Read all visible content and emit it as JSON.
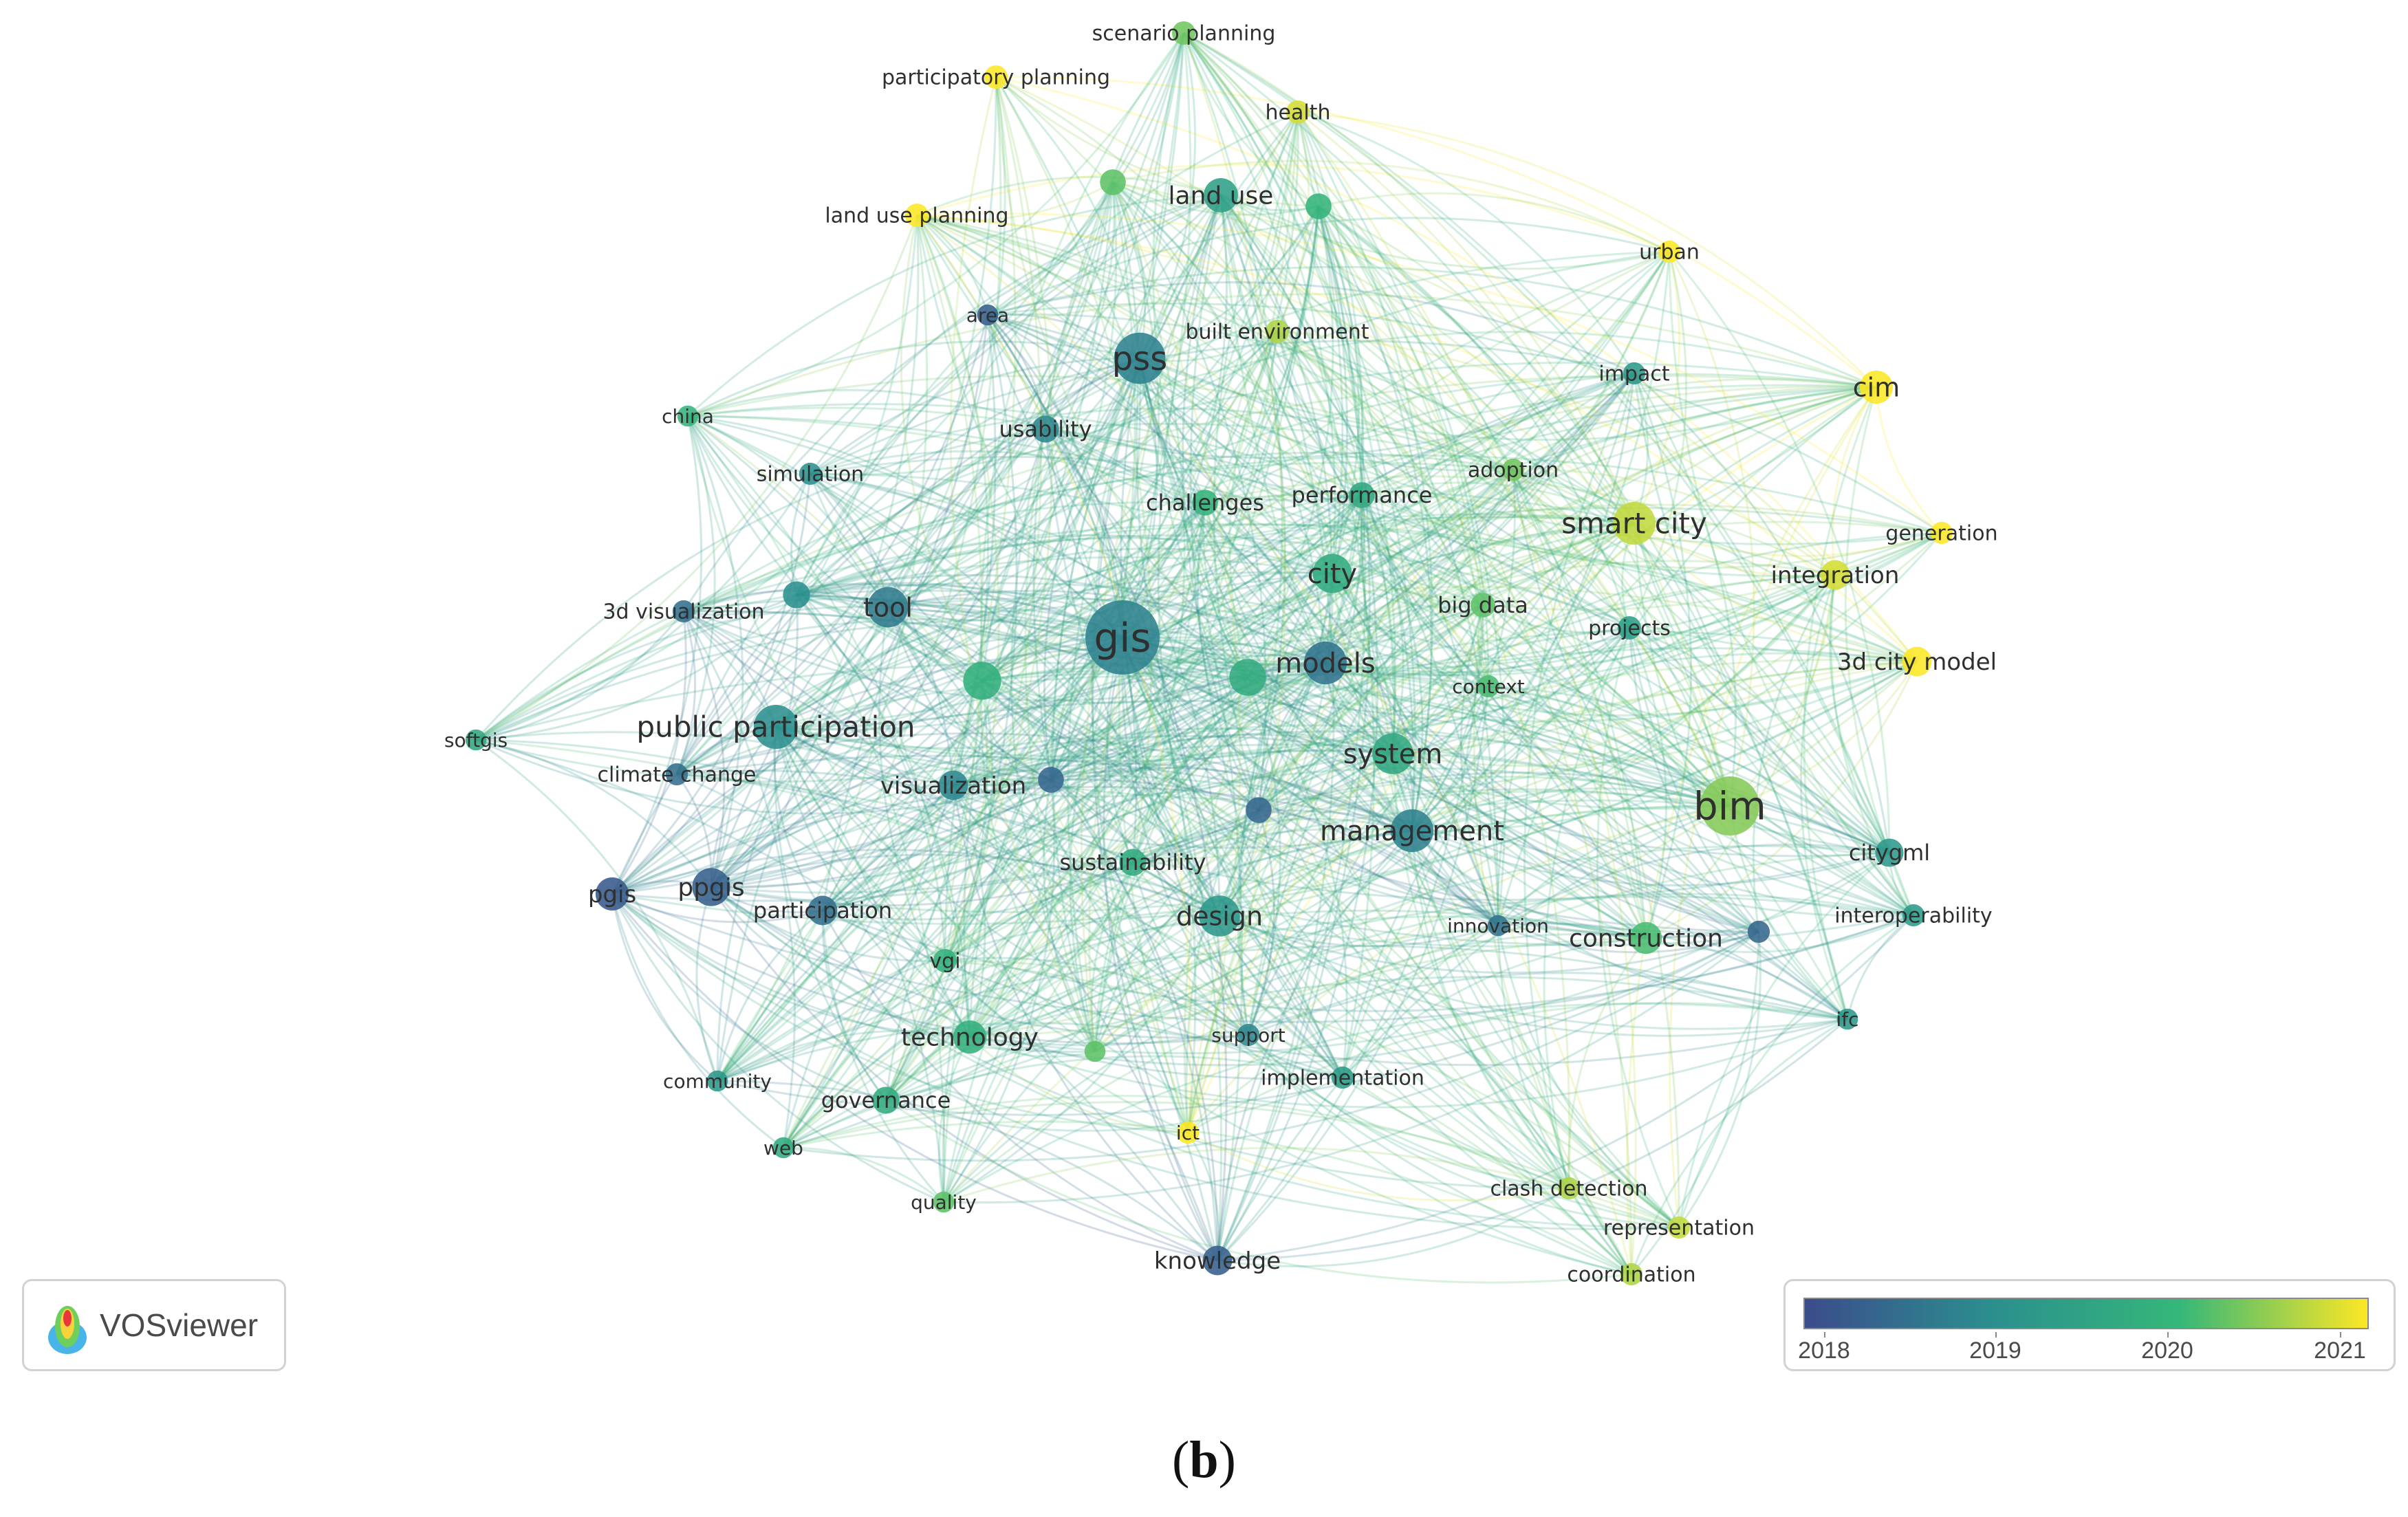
{
  "legend": {
    "years": [
      "2018",
      "2019",
      "2020",
      "2021"
    ],
    "colors": [
      "#3b4c8c",
      "#2b8f8e",
      "#35b779",
      "#fde725"
    ]
  },
  "logo": {
    "text": "VOSviewer",
    "icon": "vosviewer-logo-icon"
  },
  "caption": {
    "open": "(",
    "letter": "b",
    "close": ")"
  },
  "network": {
    "nodes": [
      {
        "label": "gis",
        "weight": 1.0,
        "year": 2018.8
      },
      {
        "label": "pss",
        "weight": 0.62,
        "year": 2018.8
      },
      {
        "label": "bim",
        "weight": 0.75,
        "year": 2020.4
      },
      {
        "label": "smart city",
        "weight": 0.48,
        "year": 2020.7
      },
      {
        "label": "cim",
        "weight": 0.32,
        "year": 2021.0
      },
      {
        "label": "public participation",
        "weight": 0.5,
        "year": 2019.0
      },
      {
        "label": "models",
        "weight": 0.48,
        "year": 2018.6
      },
      {
        "label": "management",
        "weight": 0.48,
        "year": 2018.8
      },
      {
        "label": "system",
        "weight": 0.45,
        "year": 2019.6
      },
      {
        "label": "design",
        "weight": 0.45,
        "year": 2019.2
      },
      {
        "label": "city",
        "weight": 0.42,
        "year": 2019.7
      },
      {
        "label": "tool",
        "weight": 0.44,
        "year": 2018.7
      },
      {
        "label": "ppgis",
        "weight": 0.4,
        "year": 2018.3
      },
      {
        "label": "pgis",
        "weight": 0.32,
        "year": 2018.2
      },
      {
        "label": "land use",
        "weight": 0.34,
        "year": 2019.4
      },
      {
        "label": "construction",
        "weight": 0.3,
        "year": 2020.1
      },
      {
        "label": "technology",
        "weight": 0.32,
        "year": 2019.8
      },
      {
        "label": "integration",
        "weight": 0.26,
        "year": 2020.8
      },
      {
        "label": "3d city model",
        "weight": 0.26,
        "year": 2021.0
      },
      {
        "label": "citygml",
        "weight": 0.24,
        "year": 2019.2
      },
      {
        "label": "visualization",
        "weight": 0.26,
        "year": 2018.9
      },
      {
        "label": "participation",
        "weight": 0.26,
        "year": 2018.5
      },
      {
        "label": "sustainability",
        "weight": 0.22,
        "year": 2019.7
      },
      {
        "label": "usability",
        "weight": 0.22,
        "year": 2018.9
      },
      {
        "label": "governance",
        "weight": 0.22,
        "year": 2019.7
      },
      {
        "label": "knowledge",
        "weight": 0.26,
        "year": 2018.3
      },
      {
        "label": "challenges",
        "weight": 0.2,
        "year": 2019.9
      },
      {
        "label": "performance",
        "weight": 0.2,
        "year": 2019.6
      },
      {
        "label": "big data",
        "weight": 0.18,
        "year": 2020.2
      },
      {
        "label": "projects",
        "weight": 0.16,
        "year": 2019.4
      },
      {
        "label": "context",
        "weight": 0.14,
        "year": 2020.1
      },
      {
        "label": "adoption",
        "weight": 0.14,
        "year": 2020.3
      },
      {
        "label": "impact",
        "weight": 0.14,
        "year": 2019.2
      },
      {
        "label": "urban",
        "weight": 0.14,
        "year": 2021.0
      },
      {
        "label": "generation",
        "weight": 0.14,
        "year": 2021.0
      },
      {
        "label": "interoperability",
        "weight": 0.14,
        "year": 2019.3
      },
      {
        "label": "ifc",
        "weight": 0.12,
        "year": 2019.2
      },
      {
        "label": "innovation",
        "weight": 0.12,
        "year": 2018.6
      },
      {
        "label": "support",
        "weight": 0.14,
        "year": 2018.9
      },
      {
        "label": "implementation",
        "weight": 0.14,
        "year": 2019.3
      },
      {
        "label": "ict",
        "weight": 0.14,
        "year": 2021.0
      },
      {
        "label": "clash detection",
        "weight": 0.14,
        "year": 2020.6
      },
      {
        "label": "representation",
        "weight": 0.14,
        "year": 2020.7
      },
      {
        "label": "coordination",
        "weight": 0.14,
        "year": 2020.6
      },
      {
        "label": "quality",
        "weight": 0.12,
        "year": 2020.2
      },
      {
        "label": "web",
        "weight": 0.12,
        "year": 2019.7
      },
      {
        "label": "community",
        "weight": 0.12,
        "year": 2019.2
      },
      {
        "label": "vgi",
        "weight": 0.16,
        "year": 2019.8
      },
      {
        "label": "climate change",
        "weight": 0.14,
        "year": 2018.5
      },
      {
        "label": "softgis",
        "weight": 0.12,
        "year": 2019.6
      },
      {
        "label": "3d visualization",
        "weight": 0.14,
        "year": 2018.5
      },
      {
        "label": "simulation",
        "weight": 0.14,
        "year": 2019.0
      },
      {
        "label": "china",
        "weight": 0.12,
        "year": 2019.9
      },
      {
        "label": "area",
        "weight": 0.12,
        "year": 2018.3
      },
      {
        "label": "built environment",
        "weight": 0.16,
        "year": 2020.6
      },
      {
        "label": "land use planning",
        "weight": 0.16,
        "year": 2021.0
      },
      {
        "label": "participatory planning",
        "weight": 0.16,
        "year": 2021.0
      },
      {
        "label": "scenario planning",
        "weight": 0.16,
        "year": 2020.3
      },
      {
        "label": "health",
        "weight": 0.16,
        "year": 2020.8
      },
      {
        "label": "",
        "weight": 0.4,
        "year": 2019.8
      },
      {
        "label": "",
        "weight": 0.38,
        "year": 2019.7
      },
      {
        "label": "",
        "weight": 0.22,
        "year": 2019.0
      },
      {
        "label": "",
        "weight": 0.2,
        "year": 2018.4
      },
      {
        "label": "",
        "weight": 0.2,
        "year": 2018.4
      },
      {
        "label": "",
        "weight": 0.2,
        "year": 2020.2
      },
      {
        "label": "",
        "weight": 0.2,
        "year": 2019.9
      },
      {
        "label": "",
        "weight": 0.12,
        "year": 2020.2
      },
      {
        "label": "",
        "weight": 0.14,
        "year": 2018.4
      }
    ]
  }
}
